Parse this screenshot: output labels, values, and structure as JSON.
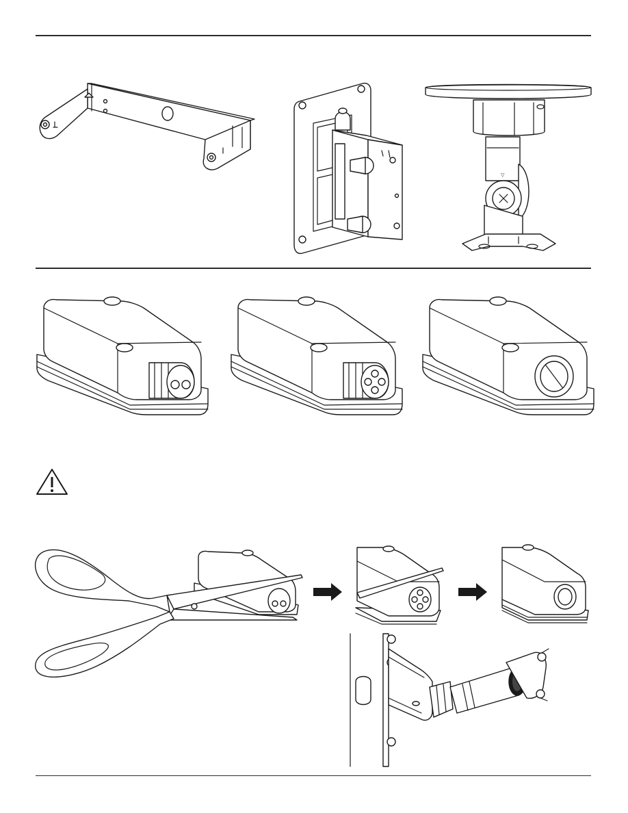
{
  "document": {
    "section_1": {
      "figures": [
        "u-bracket",
        "wall-mount-bracket",
        "ceiling-mount-bracket"
      ]
    },
    "section_2": {
      "figures": [
        "cable-grommet-2-hole",
        "cable-grommet-4-hole",
        "cable-grommet-open"
      ]
    },
    "warning": {
      "icon": "warning-triangle-icon"
    },
    "section_3": {
      "figures": [
        "scissors-cutting-grommet",
        "arrow-right",
        "grommet-cut",
        "arrow-right",
        "grommet-open",
        "conduit-connection"
      ]
    }
  }
}
